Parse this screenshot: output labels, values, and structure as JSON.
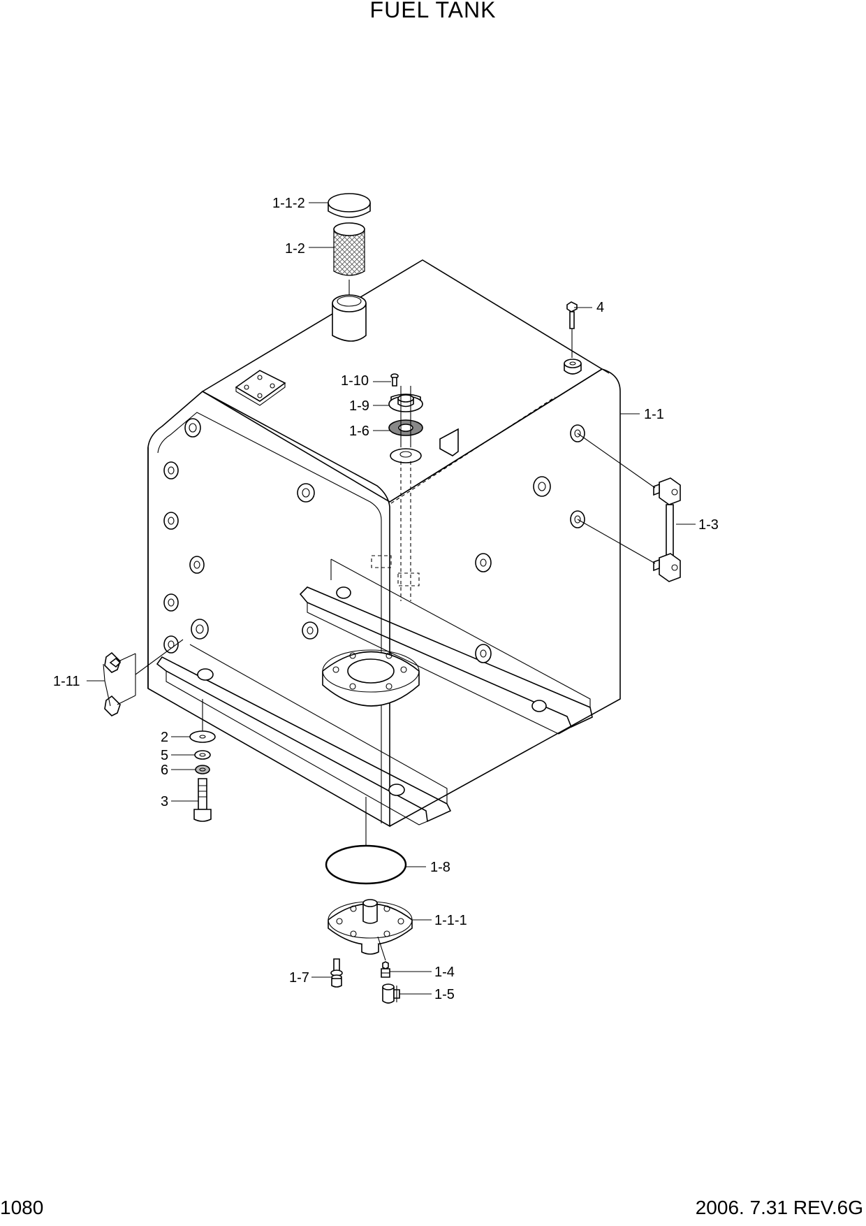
{
  "page": {
    "title": "FUEL TANK",
    "page_number": "1080",
    "revision": "2006. 7.31 REV.6G"
  },
  "callouts": {
    "c_1_1_2": "1-1-2",
    "c_1_2": "1-2",
    "c_4": "4",
    "c_1_10": "1-10",
    "c_1_9": "1-9",
    "c_1_6": "1-6",
    "c_1_1": "1-1",
    "c_1_3": "1-3",
    "c_1_11": "1-11",
    "c_2": "2",
    "c_5": "5",
    "c_6": "6",
    "c_3": "3",
    "c_1_8": "1-8",
    "c_1_1_1": "1-1-1",
    "c_1_4": "1-4",
    "c_1_7": "1-7",
    "c_1_5": "1-5"
  }
}
